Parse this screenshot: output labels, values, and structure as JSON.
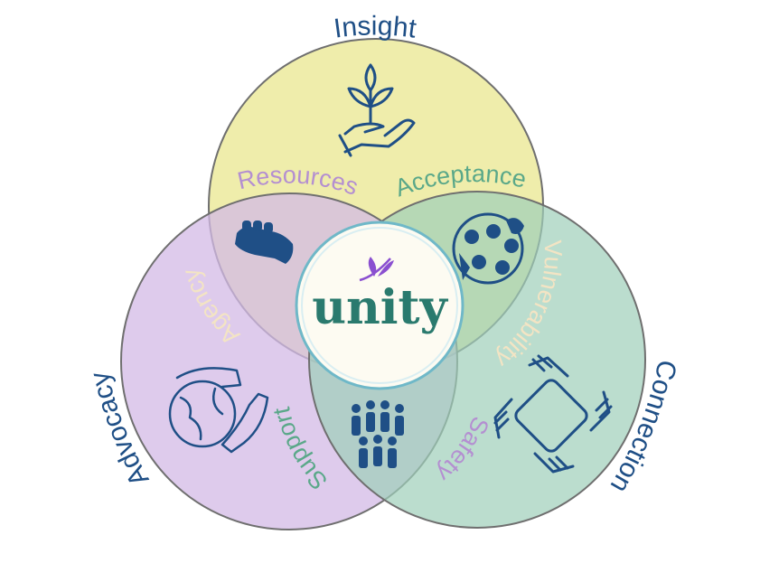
{
  "circles": {
    "insight": {
      "label": "Insight",
      "fill": "#ecea9c",
      "label_color": "#1f4f86"
    },
    "advocacy": {
      "label": "Advocacy",
      "fill": "#d3b9e6",
      "label_color": "#1f4f86"
    },
    "connection": {
      "label": "Connection",
      "fill": "#9ecfb9",
      "label_color": "#1f4f86"
    }
  },
  "overlaps": {
    "resources": {
      "label": "Resources",
      "color": "#b48fd1"
    },
    "acceptance": {
      "label": "Acceptance",
      "color": "#5aa889"
    },
    "agency": {
      "label": "Agency",
      "color": "#f3e4c4"
    },
    "vulnerability": {
      "label": "Vulnerability",
      "color": "#f3e4c4"
    },
    "support": {
      "label": "Support",
      "color": "#5aa889"
    },
    "safety": {
      "label": "Safety",
      "color": "#b48fd1"
    }
  },
  "center": {
    "logo_text": "unity",
    "logo_color": "#2a7a6e",
    "accent": "#8a4fd0"
  },
  "icons": {
    "insight": "sprout-in-hand-icon",
    "advocacy": "hands-around-globe-icon",
    "connection": "interlocking-hands-icon",
    "resources": "raised-fist-icon",
    "acceptance": "diverse-people-globe-icon",
    "support": "group-of-people-icon"
  },
  "colors": {
    "icon_blue": "#1f4f86"
  }
}
